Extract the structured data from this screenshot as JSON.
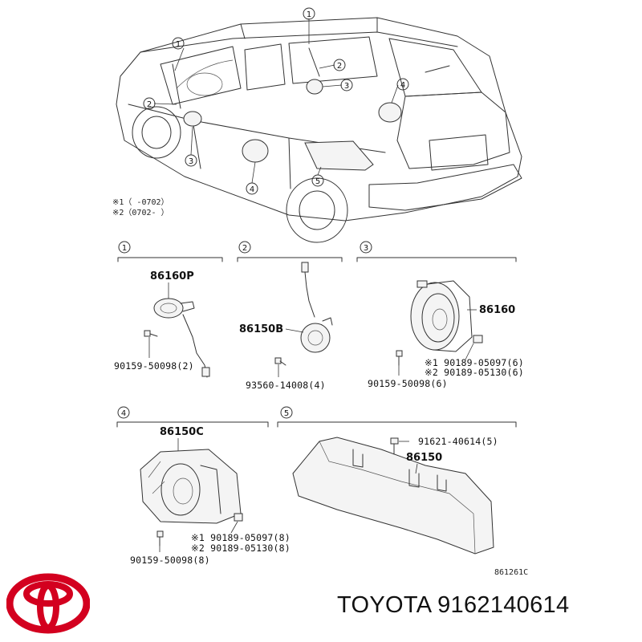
{
  "notes": {
    "n1": "※1（ -0702）",
    "n2": "※2（0702- ）"
  },
  "callouts": [
    "1",
    "2",
    "3",
    "4",
    "5"
  ],
  "sections": {
    "s1": {
      "number": "1",
      "part": "86160P",
      "screw": "90159-50098(2)"
    },
    "s2": {
      "number": "2",
      "part": "86150B",
      "screw": "93560-14008(4)"
    },
    "s3": {
      "number": "3",
      "part": "86160",
      "alt1": "※1 90189-05097(6)",
      "alt2": "※2 90189-05130(6)",
      "screw": "90159-50098(6)"
    },
    "s4": {
      "number": "4",
      "part": "86150C",
      "alt1": "※1 90189-05097(8)",
      "alt2": "※2 90189-05130(8)",
      "screw": "90159-50098(8)"
    },
    "s5": {
      "number": "5",
      "part": "86150",
      "screw": "91621-40614(5)"
    }
  },
  "figure_code": "861261C",
  "brand_line": "TOYOTA 9162140614",
  "colors": {
    "logo": "#d3001f",
    "ink": "#111111"
  },
  "logo_icon": "toyota-logo-icon"
}
